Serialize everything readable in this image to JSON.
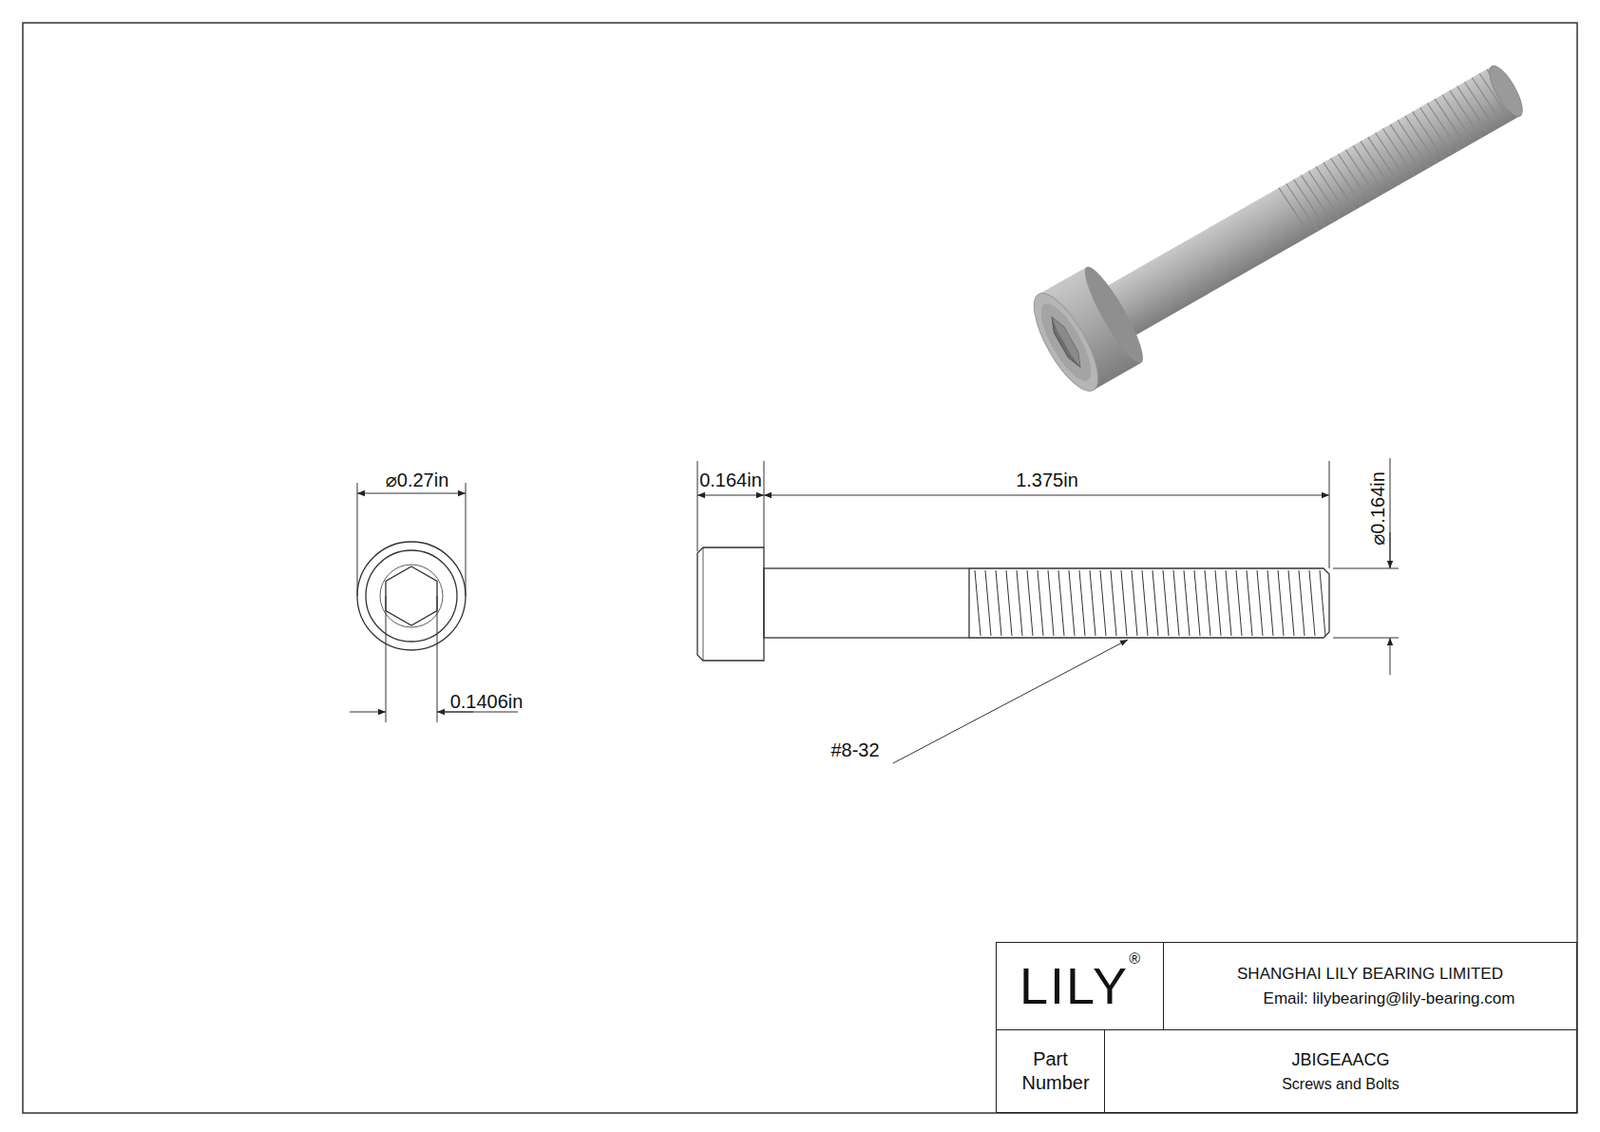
{
  "diagram": {
    "nodes": [
      {
        "text": [
          "LILY",
          "®"
        ]
      },
      {
        "text": [
          "SHANGHAI LILY BEARING LIMITED",
          "Email: lilybearing@lily-bearing.com"
        ]
      },
      {
        "text": [
          "Part Number"
        ]
      },
      {
        "text": [
          "JBIGEAACG",
          "Screws and Bolts"
        ]
      }
    ],
    "labels": [
      "⌀0.27in",
      "0.1406in",
      "0.164in",
      "1.375in",
      "⌀0.164in",
      "#8-32"
    ]
  }
}
